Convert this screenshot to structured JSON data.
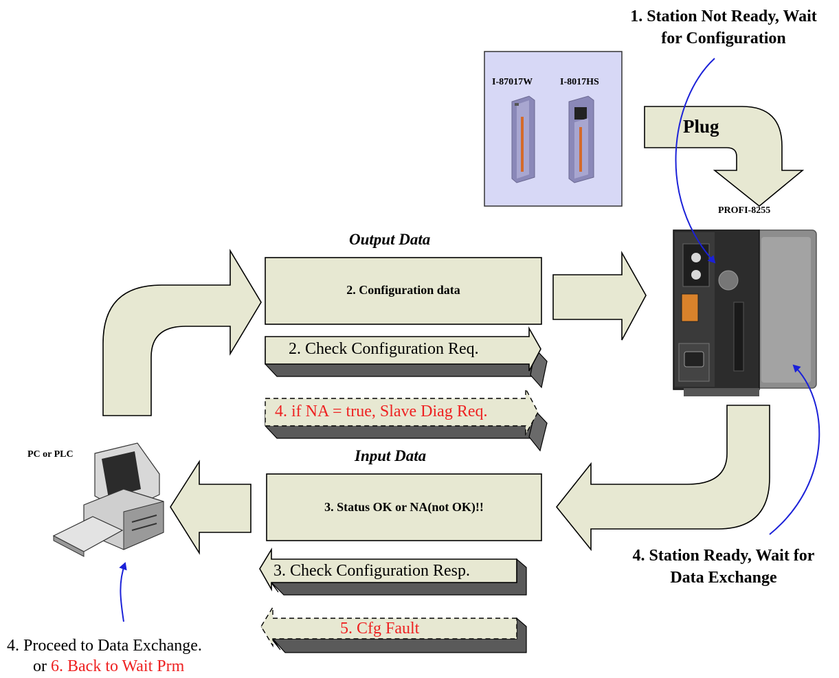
{
  "colors": {
    "arrow_fill": "#e7e8d2",
    "box_fill": "#e7e8d2",
    "shadow": "#5a5a5a",
    "module_panel": "#d7d8f6",
    "annotation_arrow": "#1b21d8",
    "error_text": "#ee2222"
  },
  "modules": {
    "module1_label": "I-87017W",
    "module2_label": "I-8017HS"
  },
  "plug_label": "Plug",
  "device_label": "PROFI-8255",
  "pc_label": "PC or PLC",
  "station_not_ready": {
    "line1": "1. Station Not Ready, Wait",
    "line2": "for Configuration"
  },
  "station_ready": {
    "line1": "4. Station Ready, Wait for",
    "line2": "Data Exchange"
  },
  "output_data": {
    "title": "Output Data",
    "box_text": "2. Configuration data",
    "req1": "2. Check Configuration Req.",
    "req2": "4. if NA = true, Slave Diag Req."
  },
  "input_data": {
    "title": "Input Data",
    "box_text": "3. Status OK or NA(not OK)!!",
    "resp1": "3. Check Configuration Resp.",
    "resp2": "5. Cfg Fault"
  },
  "proceed": {
    "line1": "4. Proceed to Data Exchange.",
    "line2_prefix": "or ",
    "line2_red": "6. Back to Wait Prm"
  }
}
